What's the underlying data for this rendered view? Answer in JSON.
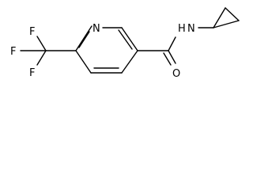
{
  "molecule": {
    "atoms": {
      "n_ring": "N",
      "n_amide": "N",
      "h_amide": "H",
      "o_carbonyl": "O",
      "f_upper": "F",
      "f_left": "F",
      "f_lower": "F"
    }
  }
}
